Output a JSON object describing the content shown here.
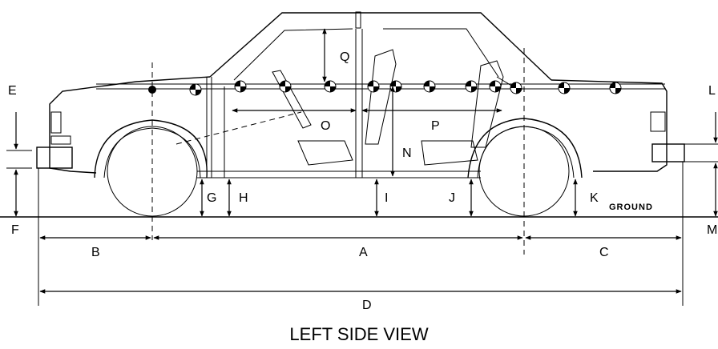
{
  "labels": {
    "A": "A",
    "B": "B",
    "C": "C",
    "D": "D",
    "E": "E",
    "F": "F",
    "G": "G",
    "H": "H",
    "I": "I",
    "J": "J",
    "K": "K",
    "L": "L",
    "M": "M",
    "N": "N",
    "O": "O",
    "P": "P",
    "Q": "Q"
  },
  "ground_label": "GROUND",
  "caption": "LEFT SIDE VIEW",
  "colors": {
    "line": "#000000",
    "background": "#ffffff"
  }
}
